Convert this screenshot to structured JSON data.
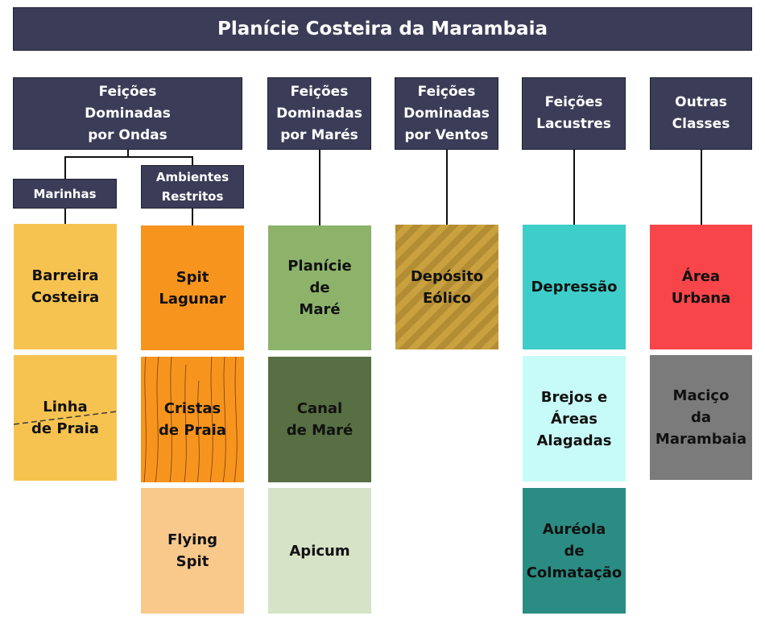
{
  "title": "Planície Costeira da Marambaia",
  "categories": {
    "ondas": "Feições\nDominadas\npor Ondas",
    "mares": "Feições\nDominadas\npor Marés",
    "ventos": "Feições\nDominadas\npor Ventos",
    "lacustres": "Feições\nLacustres",
    "outras": "Outras\nClasses"
  },
  "subcategories": {
    "marinhas": "Marinhas",
    "restritos": "Ambientes\nRestritos"
  },
  "classes": {
    "barreira": "Barreira\nCosteira",
    "linha_praia": "Linha\nde Praia",
    "spit_lagunar": "Spit\nLagunar",
    "cristas_praia": "Cristas\nde Praia",
    "flying_spit": "Flying\nSpit",
    "planicie_mare": "Planície\nde\nMaré",
    "canal_mare": "Canal\nde Maré",
    "apicum": "Apicum",
    "deposito_eolico": "Depósito\nEólico",
    "depressao": "Depressão",
    "brejos": "Brejos e\nÁreas\nAlagadas",
    "aureola": "Auréola\nde\nColmatação",
    "area_urbana": "Área\nUrbana",
    "macico": "Maciço\nda\nMarambaia"
  },
  "colors": {
    "header": "#3b3d58",
    "barreira": "#f7c350",
    "linha_praia": "#f7c350",
    "spit_lagunar": "#f7941e",
    "cristas_praia": "#f7941e",
    "flying_spit": "#f9c98c",
    "planicie_mare": "#8db36b",
    "canal_mare": "#576f42",
    "apicum": "#d6e3c6",
    "deposito_eolico": "#c9a13f",
    "depressao": "#3ecdc8",
    "brejos": "#c6fbf7",
    "aureola": "#2b8c83",
    "area_urbana": "#f8454a",
    "macico": "#7b7b7b"
  }
}
